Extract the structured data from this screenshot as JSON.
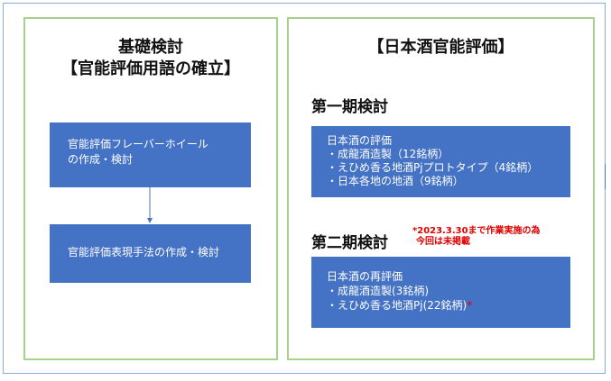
{
  "left_panel": {
    "title_line1": "基礎検討",
    "title_line2": "【官能評価用語の確立】",
    "box1_line1": "官能評価フレーバーホイール",
    "box1_line2": "の作成・検討",
    "box2": "官能評価表現手法の作成・検討"
  },
  "right_panel": {
    "title": "【日本酒官能評価】",
    "phase1": {
      "heading": "第一期検討",
      "lines": [
        "日本酒の評価",
        "・成龍酒造製（12銘柄）",
        "・えひめ香る地酒Pjプロトタイプ（4銘柄）",
        "・日本各地の地酒（9銘柄）"
      ]
    },
    "phase2": {
      "heading": "第二期検討",
      "note_line1": "*2023.3.30まで作業実施の為",
      "note_line2": "今回は未掲載",
      "lines": [
        "日本酒の再評価",
        "・成龍酒造製(3銘柄)",
        "・えひめ香る地酒Pj(22銘柄)"
      ],
      "mark": "*"
    }
  },
  "colors": {
    "box_fill": "#4472c4",
    "panel_border": "#a9d18e",
    "note_text": "#e00000"
  }
}
